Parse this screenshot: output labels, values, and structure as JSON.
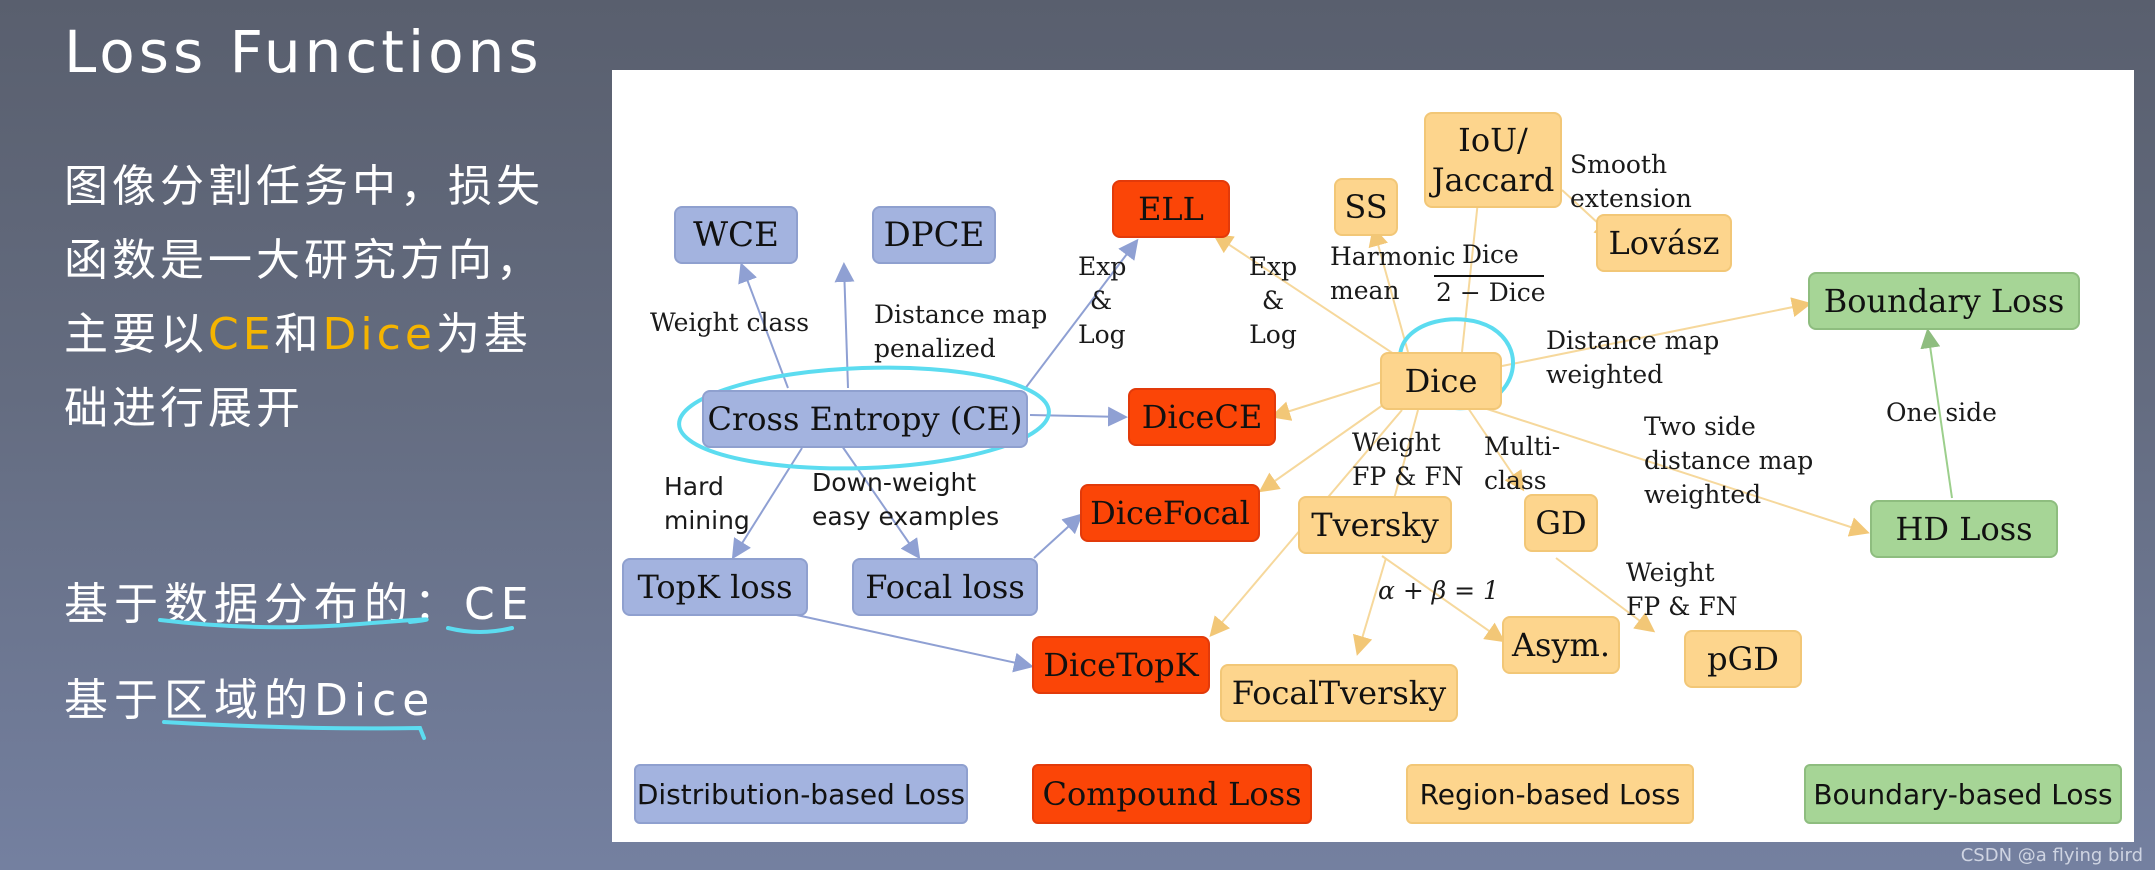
{
  "slide": {
    "title": "Loss Functions",
    "paragraph": {
      "line1": "图像分割任务中，损失",
      "line2": "函数是一大研究方向，",
      "line3_prefix": "主要以",
      "ce": "CE",
      "and": "和",
      "dice": "Dice",
      "line3_suffix": "为基",
      "line4": "础进行展开"
    },
    "line_a_prefix": "基于",
    "line_a_under": "数据分布的：",
    "line_a_ce": "CE",
    "line_b_prefix": "基于",
    "line_b_under": "区域的Dice",
    "watermark": "CSDN @a flying bird"
  },
  "colors": {
    "accent": "#f5b400",
    "blue": "#a3b3df",
    "red": "#fb4507",
    "orange": "#fdd58d",
    "green": "#a6d596",
    "ink": "#5cdcf0",
    "blue_arrow": "#8fa0d3",
    "orange_arrow": "#f6d89c",
    "green_arrow": "#9ccf8c"
  },
  "diagram": {
    "nodes": {
      "wce": "WCE",
      "dpce": "DPCE",
      "ell": "ELL",
      "ss": "SS",
      "iou_line1": "IoU/",
      "iou_line2": "Jaccard",
      "lovasz": "Lovász",
      "boundary_loss": "Boundary Loss",
      "ce": "Cross Entropy (CE)",
      "dicece": "DiceCE",
      "dice": "Dice",
      "dicefocal": "DiceFocal",
      "tversky": "Tversky",
      "gd": "GD",
      "hd_loss": "HD Loss",
      "topk": "TopK loss",
      "focal": "Focal loss",
      "dicetopk": "DiceTopK",
      "focaltversky": "FocalTversky",
      "asym": "Asym.",
      "pgd": "pGD"
    },
    "labels": {
      "weight_class": "Weight class",
      "distance_map_1": "Distance map",
      "distance_map_2": "penalized",
      "exp_log_l_1": "Exp",
      "exp_log_l_2": "&",
      "exp_log_l_3": "Log",
      "exp_log_r_1": "Exp",
      "exp_log_r_2": "&",
      "exp_log_r_3": "Log",
      "harmonic_1": "Harmonic",
      "harmonic_2": "mean",
      "frac_num": "Dice",
      "frac_den": "2 − Dice",
      "smooth_1": "Smooth",
      "smooth_2": "extension",
      "dm_weighted_1": "Distance map",
      "dm_weighted_2": "weighted",
      "two_side_1": "Two side",
      "two_side_2": "distance map",
      "two_side_3": "weighted",
      "one_side": "One side",
      "weight_fpfn_1": "Weight",
      "weight_fpfn_2": "FP & FN",
      "multi_1": "Multi-",
      "multi_2": "class",
      "hard_1": "Hard",
      "hard_2": "mining",
      "down_1": "Down-weight",
      "down_2": "easy examples",
      "alpha_beta": "α + β = 1",
      "weight2_1": "Weight",
      "weight2_2": "FP & FN"
    },
    "legend": {
      "distribution": "Distribution-based Loss",
      "compound": "Compound Loss",
      "region": "Region-based Loss",
      "boundary": "Boundary-based Loss"
    }
  }
}
